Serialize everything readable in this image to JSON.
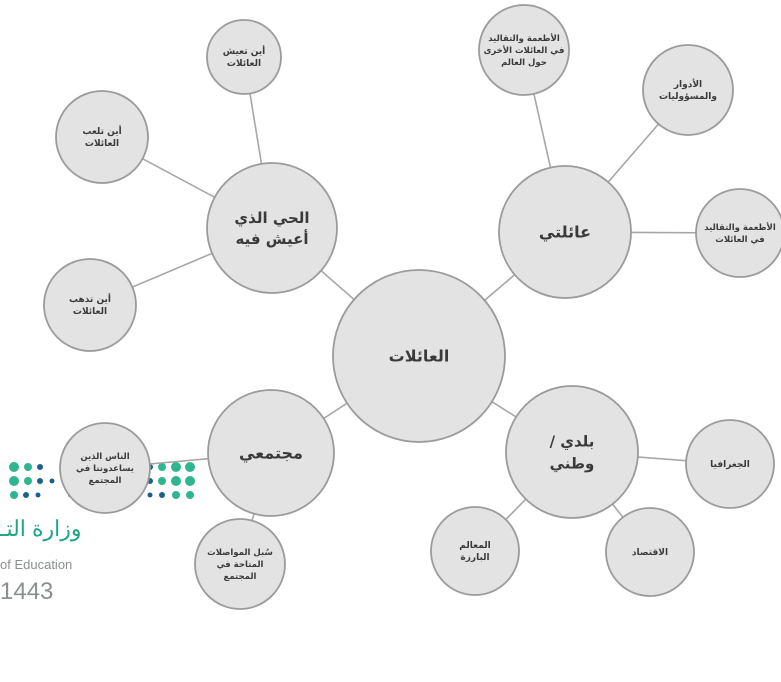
{
  "colors": {
    "node_fill": "#e3e3e3",
    "node_stroke": "#9b9b9b",
    "edge": "#a7a7a7",
    "text": "#3a3a3a",
    "logo_green": "#2fb58f",
    "logo_blue": "#1f5f8c",
    "logo_text": "#20a486",
    "logo_grey": "#8a8f8c"
  },
  "diagram": {
    "center": {
      "id": "families",
      "lines": [
        "العائلات"
      ]
    },
    "hubs": [
      {
        "id": "neighborhood",
        "lines": [
          "الحي الذي",
          "أعيش فيه"
        ]
      },
      {
        "id": "my-family",
        "lines": [
          "عائلتي"
        ]
      },
      {
        "id": "community",
        "lines": [
          "مجتمعي"
        ]
      },
      {
        "id": "country",
        "lines": [
          "بلدي /",
          "وطني"
        ]
      }
    ],
    "leaves": [
      {
        "id": "where-live",
        "parent": "neighborhood",
        "lines": [
          "أين تعيش",
          "العائلات"
        ]
      },
      {
        "id": "where-play",
        "parent": "neighborhood",
        "lines": [
          "أين تلعب",
          "العائلات"
        ]
      },
      {
        "id": "where-go",
        "parent": "neighborhood",
        "lines": [
          "أين تذهب",
          "العائلات"
        ]
      },
      {
        "id": "world-foods",
        "parent": "my-family",
        "lines": [
          "الأطعمة والتقاليد",
          "في العائلات الأخرى",
          "حول العالم"
        ]
      },
      {
        "id": "roles",
        "parent": "my-family",
        "lines": [
          "الأدوار",
          "والمسؤوليات"
        ]
      },
      {
        "id": "family-foods",
        "parent": "my-family",
        "lines": [
          "الأطعمة والتقاليد",
          "في العائلات"
        ]
      },
      {
        "id": "helpers",
        "parent": "community",
        "lines": [
          "الناس الذين",
          "يساعدوننا في",
          "المجتمع"
        ]
      },
      {
        "id": "transport",
        "parent": "community",
        "lines": [
          "سُبل المواصلات",
          "المتاحة في",
          "المجتمع"
        ]
      },
      {
        "id": "geography",
        "parent": "country",
        "lines": [
          "الجغرافيا"
        ]
      },
      {
        "id": "economy",
        "parent": "country",
        "lines": [
          "الاقتصاد"
        ]
      },
      {
        "id": "landmarks",
        "parent": "country",
        "lines": [
          "المعالم",
          "البارزة"
        ]
      }
    ]
  },
  "logo": {
    "line1": "وزارة التـ",
    "line2": "of Education",
    "line3": "1443"
  }
}
